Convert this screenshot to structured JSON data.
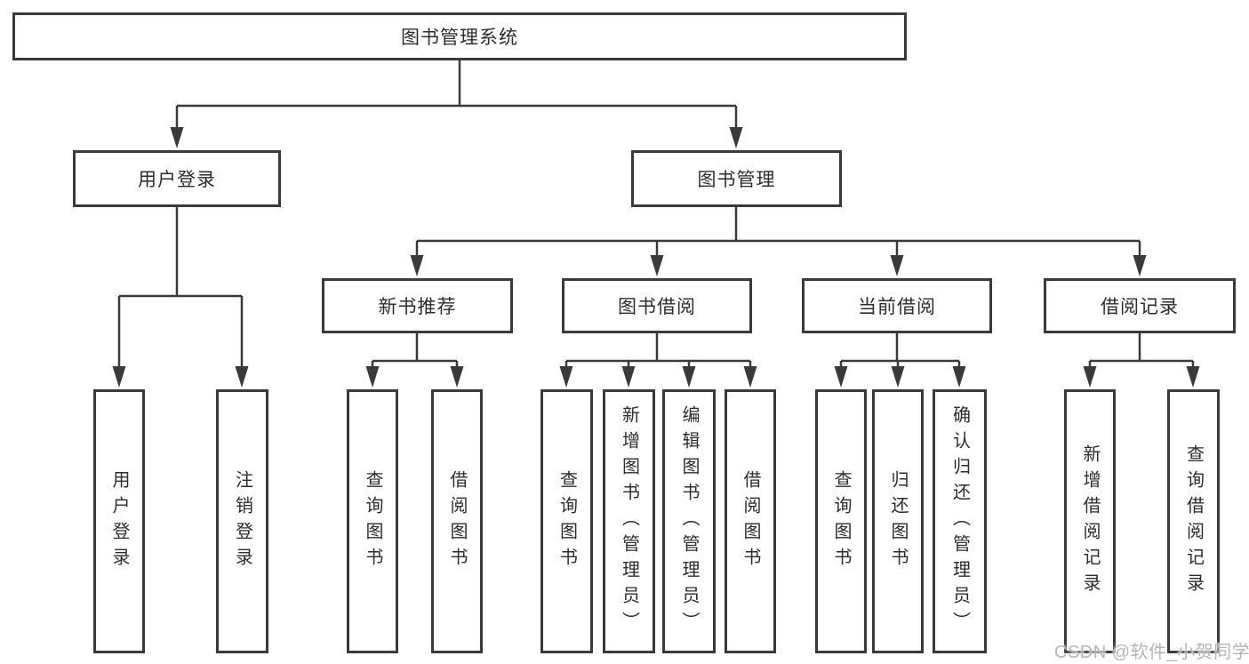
{
  "diagram": {
    "watermark": "CSDN @软件_小贺同学",
    "colors": {
      "line": "#3a3a3a",
      "box_border": "#3a3a3a",
      "text": "#2d2d2d",
      "watermark_text": "#b6b6b6",
      "background": "#ffffff"
    },
    "nodes": {
      "root": {
        "label": "图书管理系统"
      },
      "userLogin": {
        "label": "用户登录"
      },
      "bookMgmt": {
        "label": "图书管理"
      },
      "loginLeaf": {
        "label": "用户登录"
      },
      "logoutLeaf": {
        "label": "注销登录"
      },
      "newBookRec": {
        "label": "新书推荐"
      },
      "bookBorrow": {
        "label": "图书借阅"
      },
      "currentBorrow": {
        "label": "当前借阅"
      },
      "borrowRecords": {
        "label": "借阅记录"
      },
      "nbrQuery": {
        "label": "查询图书"
      },
      "nbrBorrow": {
        "label": "借阅图书"
      },
      "bbQuery": {
        "label": "查询图书"
      },
      "bbAdd": {
        "label": "新增图书（管理员）"
      },
      "bbEdit": {
        "label": "编辑图书（管理员）"
      },
      "bbBorrow": {
        "label": "借阅图书"
      },
      "cbQuery": {
        "label": "查询图书"
      },
      "cbReturn": {
        "label": "归还图书"
      },
      "cbConfirm": {
        "label": "确认归还（管理员）"
      },
      "brAdd": {
        "label": "新增借阅记录"
      },
      "brQuery": {
        "label": "查询借阅记录"
      }
    },
    "edges": [
      [
        "root",
        "userLogin"
      ],
      [
        "root",
        "bookMgmt"
      ],
      [
        "userLogin",
        "loginLeaf"
      ],
      [
        "userLogin",
        "logoutLeaf"
      ],
      [
        "bookMgmt",
        "newBookRec"
      ],
      [
        "bookMgmt",
        "bookBorrow"
      ],
      [
        "bookMgmt",
        "currentBorrow"
      ],
      [
        "bookMgmt",
        "borrowRecords"
      ],
      [
        "newBookRec",
        "nbrQuery"
      ],
      [
        "newBookRec",
        "nbrBorrow"
      ],
      [
        "bookBorrow",
        "bbQuery"
      ],
      [
        "bookBorrow",
        "bbAdd"
      ],
      [
        "bookBorrow",
        "bbEdit"
      ],
      [
        "bookBorrow",
        "bbBorrow"
      ],
      [
        "currentBorrow",
        "cbQuery"
      ],
      [
        "currentBorrow",
        "cbReturn"
      ],
      [
        "currentBorrow",
        "cbConfirm"
      ],
      [
        "borrowRecords",
        "brAdd"
      ],
      [
        "borrowRecords",
        "brQuery"
      ]
    ]
  }
}
